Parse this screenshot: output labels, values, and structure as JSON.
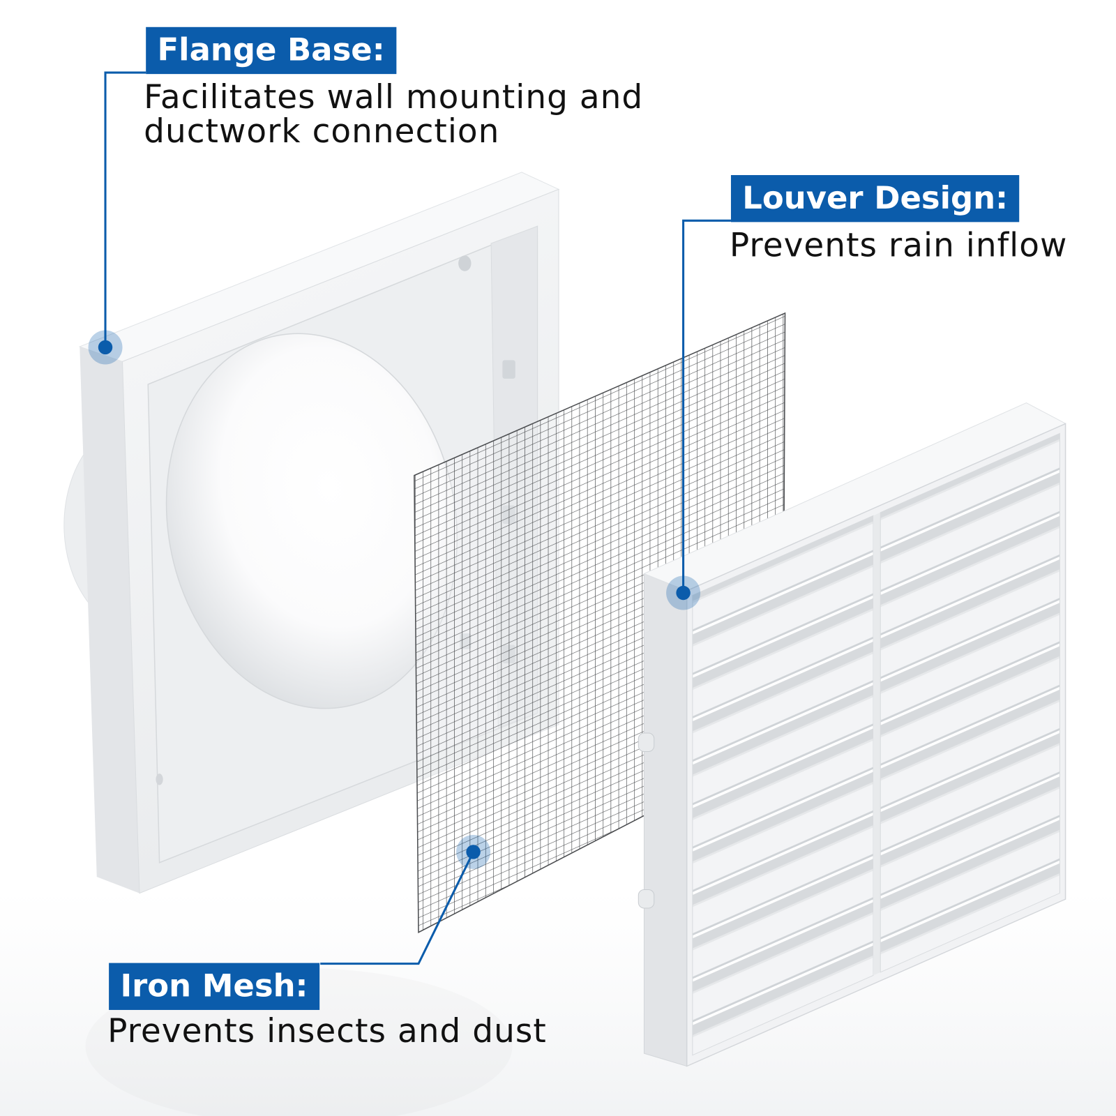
{
  "flange_base": {
    "title": "Flange Base:",
    "description_lines": [
      "Facilitates wall mounting and",
      "ductwork connection"
    ]
  },
  "louver_design": {
    "title": "Louver Design:",
    "description": "Prevents rain inflow"
  },
  "iron_mesh": {
    "title": "Iron Mesh:",
    "description": "Prevents insects and dust"
  },
  "colors": {
    "accent": "#0b5cab",
    "text": "#111111",
    "background": "#ffffff"
  },
  "icons": {
    "callout_marker": "circle-dot"
  }
}
